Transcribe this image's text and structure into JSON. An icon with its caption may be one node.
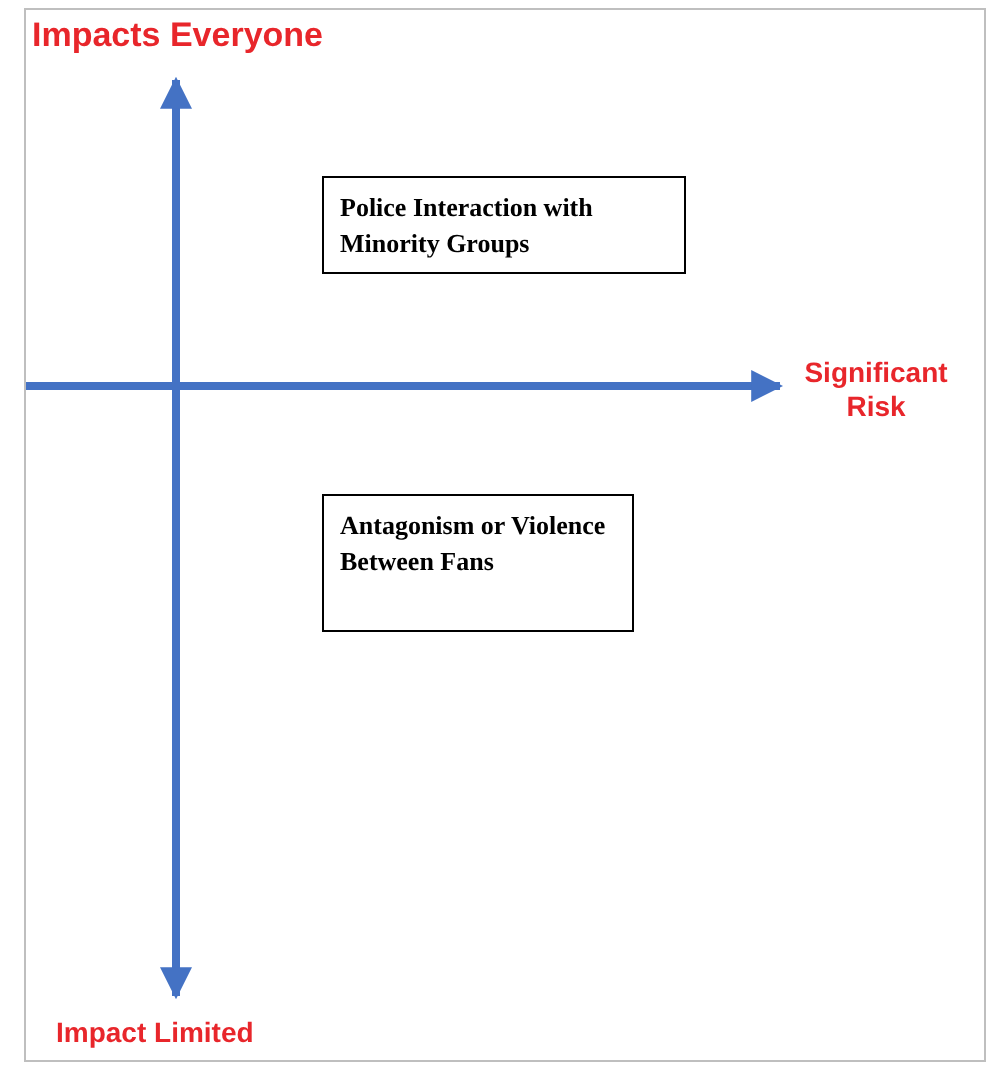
{
  "diagram": {
    "nodes": [
      {
        "text": [
          "Police Interaction with Minority Groups"
        ]
      },
      {
        "text": [
          "Antagonism or Violence Between Fans"
        ]
      }
    ],
    "labels": [
      "Impacts Everyone",
      "Significant Risk",
      "Impact Limited"
    ]
  }
}
